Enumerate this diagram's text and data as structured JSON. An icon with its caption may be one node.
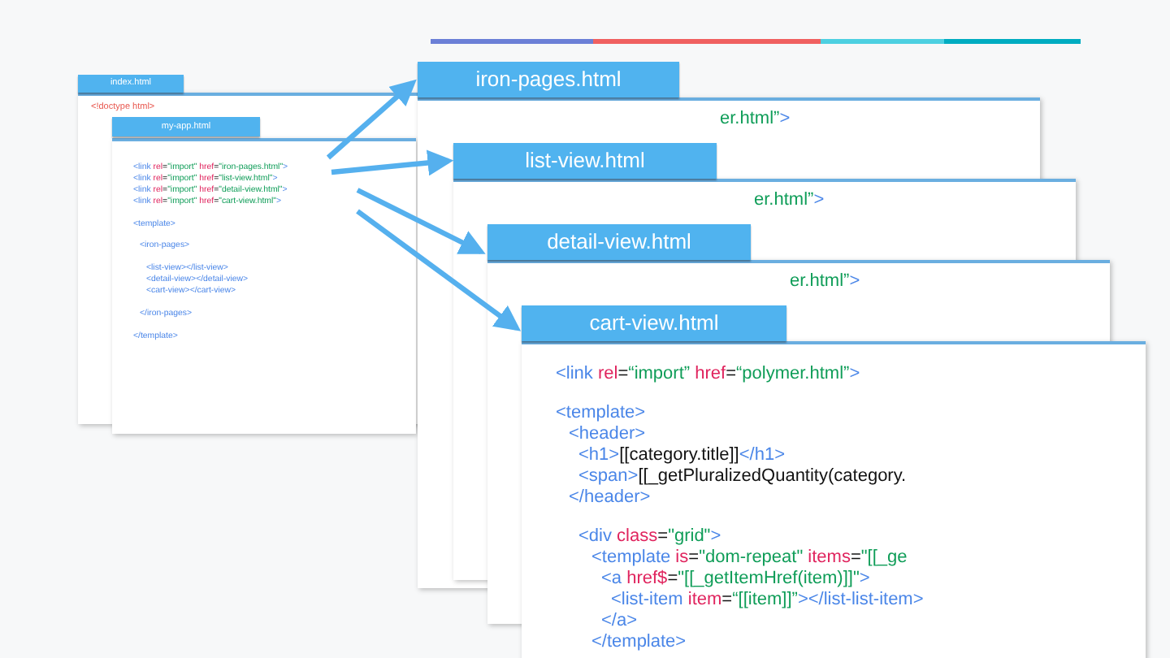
{
  "diagram": {
    "nodes": [
      {
        "text": [
          "index.html",
          "<!doctype html>"
        ]
      },
      {
        "text": [
          "my-app.html",
          "<link rel=\"import\" href=\"iron-pages.html\">",
          "<link rel=\"import\" href=\"list-view.html\">",
          "<link rel=\"import\" href=\"detail-view.html\">",
          "<link rel=\"import\" href=\"cart-view.html\">",
          "<template>",
          "<iron-pages>",
          "<list-view></list-view>",
          "<detail-view></detail-view>",
          "<cart-view></cart-view>",
          "</iron-pages>",
          "</template>"
        ]
      },
      {
        "text": [
          "iron-pages.html",
          "er.html”>"
        ]
      },
      {
        "text": [
          "list-view.html",
          "er.html”>"
        ]
      },
      {
        "text": [
          "detail-view.html",
          "er.html”>"
        ]
      },
      {
        "text": [
          "cart-view.html",
          "<link rel=“import” href=“polymer.html”>",
          "<template>",
          "<header>",
          "<h1>[[category.title]]</h1>",
          "<span>[[_getPluralizedQuantity(category.",
          "</header>",
          "<div class=\"grid\">",
          "<template is=\"dom-repeat\" items=\"[[_ge",
          "<a href$=\"[[_getItemHref(item)]]\">",
          "<list-item item=“[[item]]”></list-list-item>",
          "</a>",
          "</template>"
        ]
      }
    ],
    "edges": [
      {
        "from": 1,
        "to": 2,
        "arrow": "to"
      },
      {
        "from": 1,
        "to": 3,
        "arrow": "to"
      },
      {
        "from": 1,
        "to": 4,
        "arrow": "to"
      },
      {
        "from": 1,
        "to": 5,
        "arrow": "to"
      }
    ]
  }
}
